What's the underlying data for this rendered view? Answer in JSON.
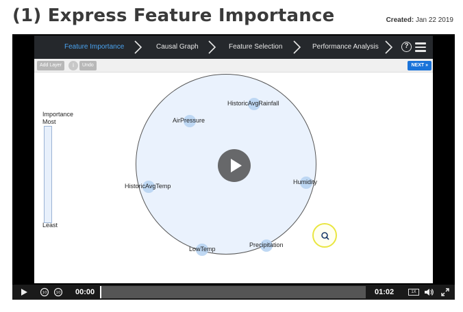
{
  "header": {
    "title": "(1) Express Feature Importance",
    "created_label": "Created:",
    "created_date": "Jan 22 2019"
  },
  "nav": {
    "steps": [
      {
        "label": "Feature Importance",
        "active": true
      },
      {
        "label": "Causal Graph",
        "active": false
      },
      {
        "label": "Feature Selection",
        "active": false
      },
      {
        "label": "Performance Analysis",
        "active": false
      }
    ],
    "help_glyph": "?"
  },
  "toolbar": {
    "add_layer_label": "Add Layer",
    "info_glyph": "i",
    "undo_label": "Undo",
    "next_label": "NEXT »"
  },
  "legend": {
    "title": "Importance",
    "most": "Most",
    "least": "Least"
  },
  "features": [
    {
      "name": "HistoricAvgRainfall"
    },
    {
      "name": "AirPressure"
    },
    {
      "name": "Humidity"
    },
    {
      "name": "HistoricAvgTemp"
    },
    {
      "name": "Precipitation"
    },
    {
      "name": "LowTemp"
    }
  ],
  "player": {
    "current_time": "00:00",
    "total_time": "01:02",
    "progress": 0.0,
    "speed": "1X"
  },
  "colors": {
    "nav_bg": "#25282c",
    "nav_active": "#4aa3f0",
    "next_button": "#1a73d9",
    "circle_fill": "#eaf2fd",
    "node_fill": "#b8d4f2",
    "cursor_ring": "#e9e640"
  }
}
